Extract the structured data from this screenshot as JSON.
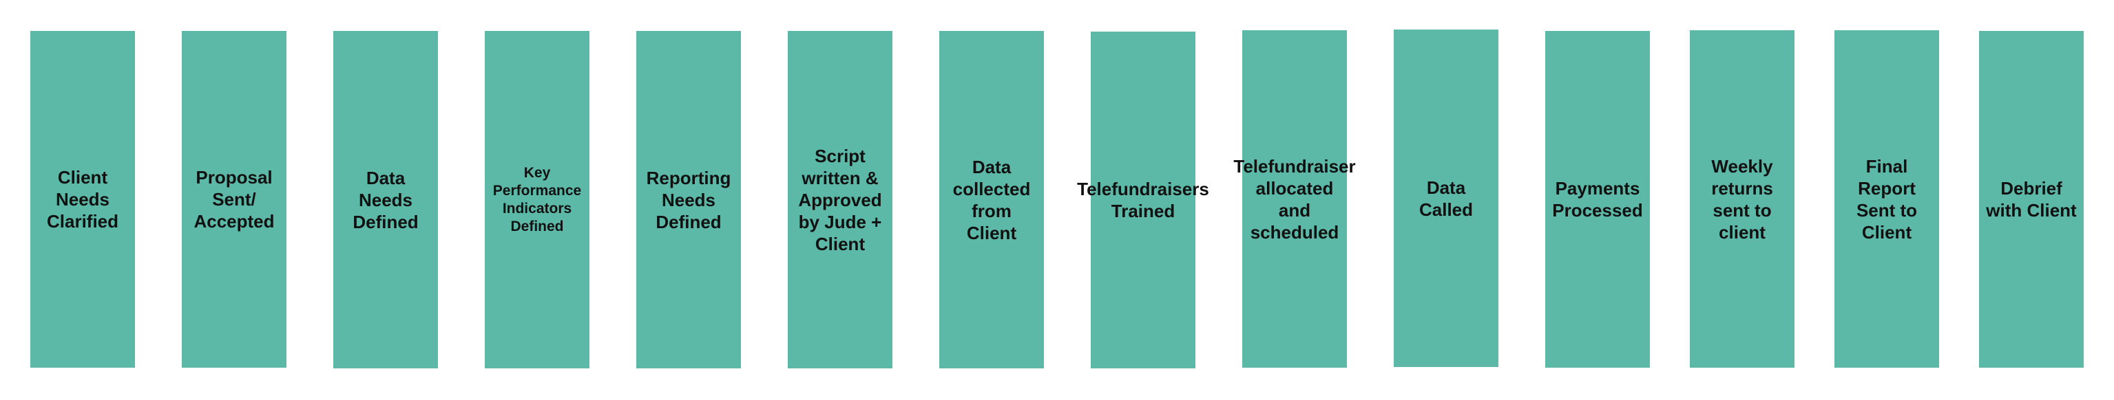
{
  "colors": {
    "box_fill": "#5cb9a7",
    "text": "#111111",
    "background": "#ffffff"
  },
  "steps": [
    {
      "label": "Client\nNeeds\nClarified"
    },
    {
      "label": "Proposal\nSent/\nAccepted"
    },
    {
      "label": "Data\nNeeds\nDefined"
    },
    {
      "label": "Key\nPerformance\nIndicators\nDefined"
    },
    {
      "label": "Reporting\nNeeds\nDefined"
    },
    {
      "label": "Script\nwritten &\nApproved\nby Jude +\nClient"
    },
    {
      "label": "Data\ncollected\nfrom\nClient"
    },
    {
      "label": "Telefundraisers\nTrained"
    },
    {
      "label": "Telefundraiser\nallocated\nand\nscheduled"
    },
    {
      "label": "Data\nCalled"
    },
    {
      "label": "Payments\nProcessed"
    },
    {
      "label": "Weekly\nreturns\nsent to\nclient"
    },
    {
      "label": "Final\nReport\nSent to\nClient"
    },
    {
      "label": "Debrief\nwith Client"
    }
  ]
}
